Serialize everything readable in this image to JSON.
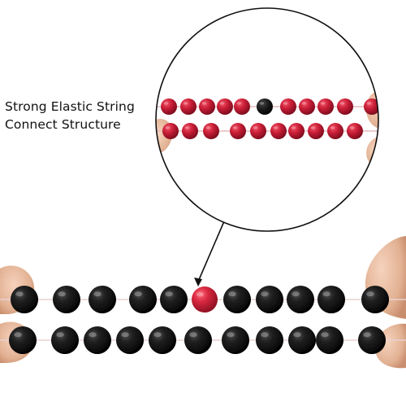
{
  "caption": {
    "line1": "Strong Elastic String",
    "line2": "Connect Structure"
  },
  "colors": {
    "background": "#ffffff",
    "lava_bead": "#1c1c1c",
    "red_bead": "#c8203a",
    "elastic_string": "#e8c7c7",
    "magnifier_outline": "#111111",
    "skin": "#e9bfa3"
  },
  "product": {
    "bead_rows_main": 2,
    "beads_per_row_main": 11,
    "accent_bead_color": "red",
    "magnified_rows": 2
  }
}
